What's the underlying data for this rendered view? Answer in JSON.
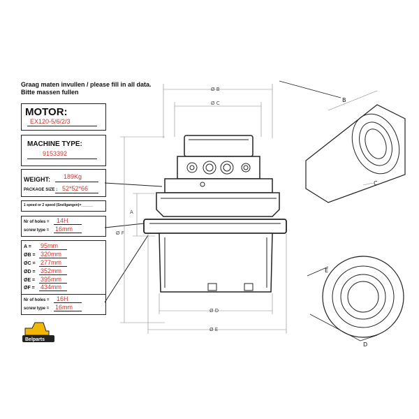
{
  "header": {
    "line1": "Graag maten invullen / please fill in all data.",
    "line2": "Bitte massen fullen"
  },
  "motor": {
    "label": "MOTOR:",
    "value": "EX120-5/6/2/3"
  },
  "machine": {
    "label": "MACHINE TYPE:",
    "value": "9153392"
  },
  "weight": {
    "label": "WEIGHT:",
    "value": "189Kg",
    "package_label": "PACKAGE SIZE :",
    "package_value": "52*52*66"
  },
  "speed": {
    "label": "1 speed or 2 speed (Snellgangen)=______"
  },
  "holes_top": {
    "holes_label": "Nr of holes =",
    "holes_value": "14H",
    "screw_label": "screw type  =",
    "screw_value": "16mm"
  },
  "dimensions": [
    {
      "label": "A =",
      "value": "95mm"
    },
    {
      "label": "ØB =",
      "value": "320mm"
    },
    {
      "label": "ØC =",
      "value": "277mm"
    },
    {
      "label": "ØD =",
      "value": "352mm"
    },
    {
      "label": "ØE =",
      "value": "395mm"
    },
    {
      "label": "ØF =",
      "value": "434mm"
    }
  ],
  "holes_bottom": {
    "holes_label": "Nr of holes =",
    "holes_value": "16H",
    "screw_label": "screw type  =",
    "screw_value": "16mm"
  },
  "drawing_labels": {
    "dim_b": "Ø B",
    "dim_c": "Ø C",
    "dim_d": "Ø D",
    "dim_e": "Ø E",
    "dim_f": "Ø F",
    "dim_a": "A",
    "call_b": "B",
    "call_c": "C",
    "call_d": "D",
    "call_e": "E"
  },
  "logo": {
    "text": "Belparts"
  },
  "colors": {
    "accent_red": "#d0342c",
    "logo_yellow": "#f2b705",
    "line": "#222222"
  }
}
